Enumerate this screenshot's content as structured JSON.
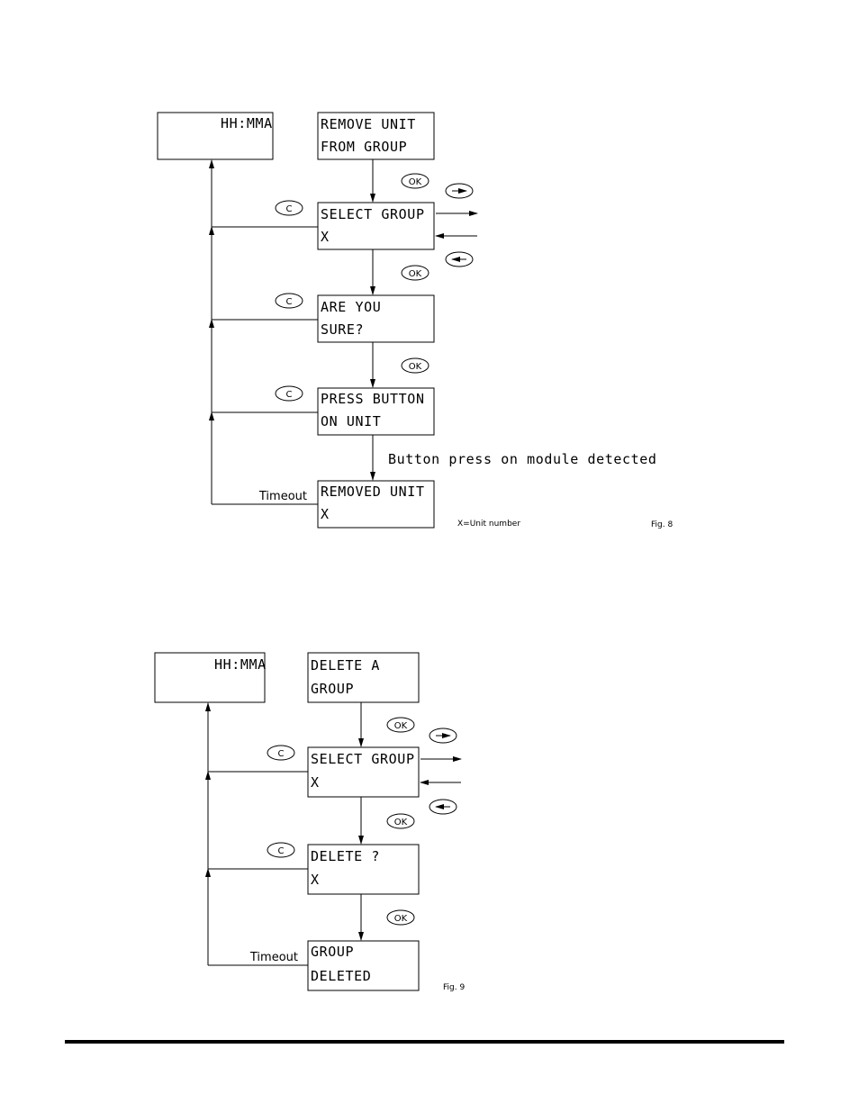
{
  "fig8": {
    "clock": {
      "line1": "HH:MMA",
      "line2": ""
    },
    "remove_unit": {
      "line1": "REMOVE UNIT",
      "line2": "FROM GROUP"
    },
    "select_group": {
      "line1": "SELECT GROUP",
      "line2": "X"
    },
    "are_you_sure": {
      "line1": "ARE YOU",
      "line2": "SURE?"
    },
    "press_button": {
      "line1": "PRESS BUTTON",
      "line2": "ON UNIT"
    },
    "removed_unit": {
      "line1": "REMOVED UNIT",
      "line2": "X"
    },
    "ok_label": "OK",
    "cancel_label": "C",
    "button_press_text": "Button press on module detected",
    "timeout_label": "Timeout",
    "legend": "X=Unit number",
    "fig_label": "Fig. 8"
  },
  "fig9": {
    "clock": {
      "line1": "HH:MMA",
      "line2": ""
    },
    "delete_a_group": {
      "line1": "DELETE A",
      "line2": "GROUP"
    },
    "select_group": {
      "line1": "SELECT GROUP",
      "line2": "X"
    },
    "delete_confirm": {
      "line1": "DELETE ?",
      "line2": "X"
    },
    "group_deleted": {
      "line1": "GROUP",
      "line2": "DELETED"
    },
    "ok_label": "OK",
    "cancel_label": "C",
    "timeout_label": "Timeout",
    "fig_label": "Fig. 9"
  },
  "colors": {
    "ink": "#000000",
    "paper": "#ffffff"
  },
  "icons": [
    "ok-button-icon",
    "cancel-button-icon",
    "right-arrow-button-icon",
    "left-arrow-button-icon"
  ]
}
